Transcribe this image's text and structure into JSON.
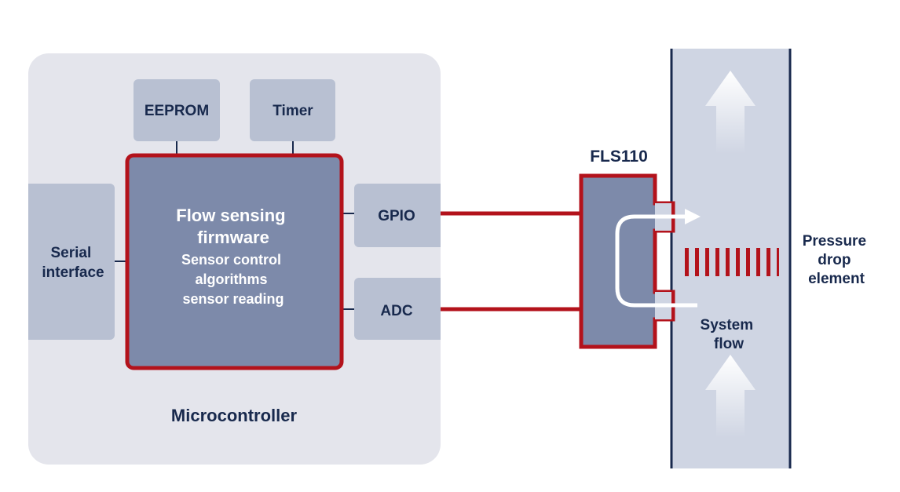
{
  "microcontroller": {
    "label": "Microcontroller",
    "eeprom": "EEPROM",
    "timer": "Timer",
    "serial_interface": [
      "Serial",
      "interface"
    ],
    "gpio": "GPIO",
    "adc": "ADC",
    "firmware": {
      "title": [
        "Flow sensing",
        "firmware"
      ],
      "details": [
        "Sensor control",
        "algorithms",
        "sensor reading"
      ]
    }
  },
  "sensor": {
    "name": "FLS110"
  },
  "flow_path": {
    "system_flow": [
      "System",
      "flow"
    ],
    "pressure_drop": [
      "Pressure",
      "drop",
      "element"
    ]
  },
  "colors": {
    "background_panel": "#e4e5ec",
    "module": "#b8c0d2",
    "firmware_fill": "#7d8aaa",
    "accent_red": "#b3121b",
    "navy": "#18294d",
    "pipe_fill": "#cfd5e3",
    "white": "#ffffff"
  }
}
